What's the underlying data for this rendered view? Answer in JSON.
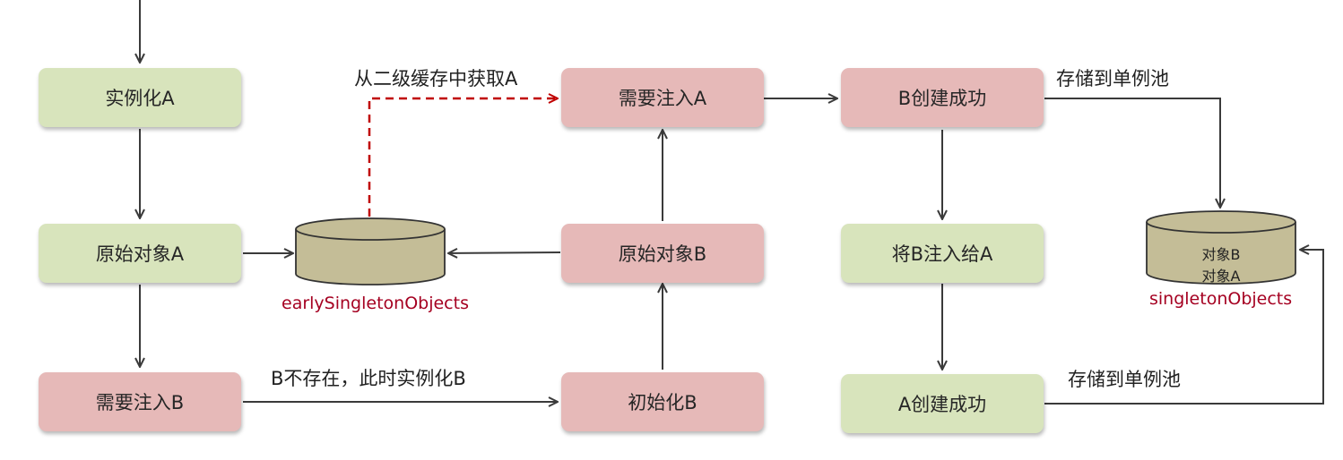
{
  "boxes": {
    "instantiate_a": "实例化A",
    "raw_a": "原始对象A",
    "inject_b": "需要注入B",
    "inject_a": "需要注入A",
    "raw_b": "原始对象B",
    "init_b": "初始化B",
    "b_created": "B创建成功",
    "inject_b_to_a": "将B注入给A",
    "a_created": "A创建成功"
  },
  "labels": {
    "get_from_cache": "从二级缓存中获取A",
    "b_not_exist": "B不存在，此时实例化B",
    "store_pool_top": "存储到单例池",
    "store_pool_bottom": "存储到单例池"
  },
  "caches": {
    "early": {
      "name": "earlySingletonObjects"
    },
    "singleton": {
      "name": "singletonObjects",
      "items": [
        "对象B",
        "对象A"
      ]
    }
  },
  "colors": {
    "green_box": "#d8e4bc",
    "red_box": "#e6b9b8",
    "cylinder": "#c4bd97",
    "dashed_arrow": "#c00000",
    "cache_name": "#a50021"
  }
}
